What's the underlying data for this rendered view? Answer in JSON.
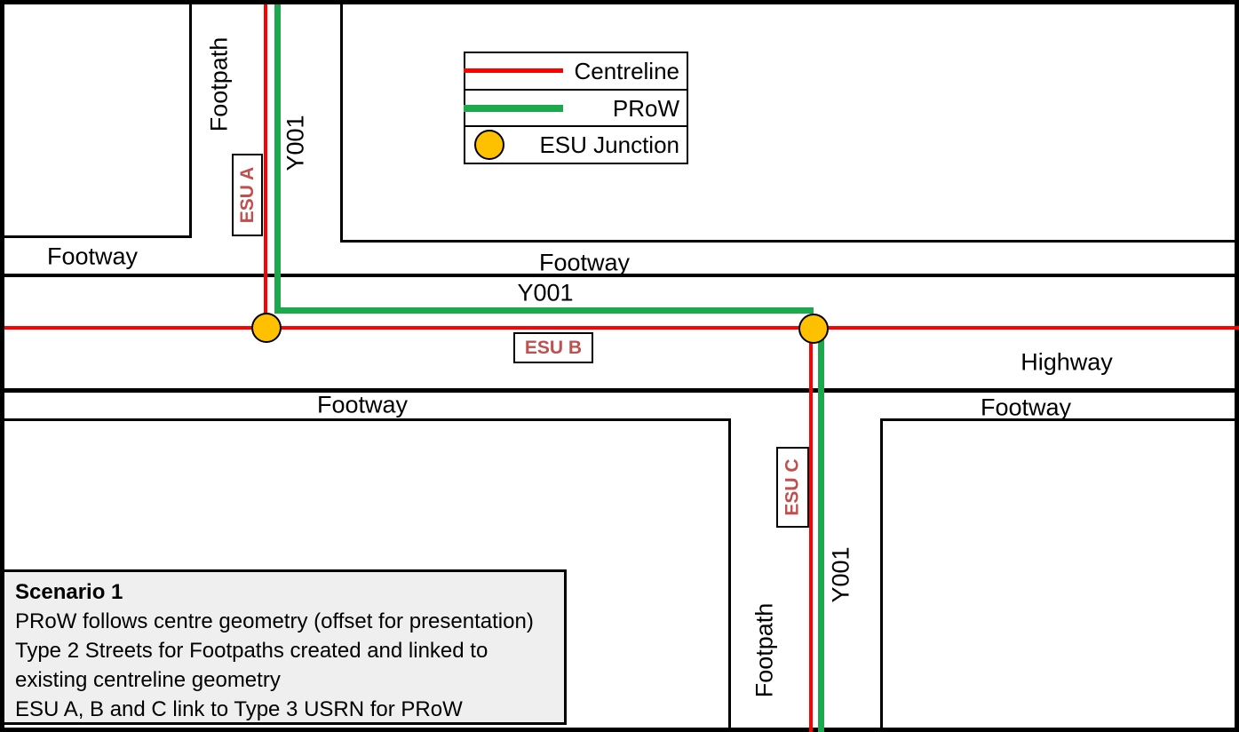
{
  "legend": {
    "items": [
      {
        "label": "Centreline",
        "type": "line",
        "color": "#FF0000"
      },
      {
        "label": "PRoW",
        "type": "line",
        "color": "#1CA84C"
      },
      {
        "label": "ESU Junction",
        "type": "circle",
        "color": "#FFC000"
      }
    ]
  },
  "streets": {
    "footpath_top": "Footpath",
    "footpath_bottom": "Footpath",
    "highway": "Highway",
    "footway_top_left": "Footway",
    "footway_top_center": "Footway",
    "footway_mid_left": "Footway",
    "footway_mid_right": "Footway"
  },
  "routes": {
    "y001_top": "Y001",
    "y001_mid": "Y001",
    "y001_bottom": "Y001"
  },
  "esu": {
    "a": "ESU A",
    "b": "ESU B",
    "c": "ESU C"
  },
  "scenario": {
    "title": "Scenario 1",
    "line1": "PRoW follows centre geometry (offset for presentation)",
    "line2": "Type 2 Streets for Footpaths created and linked to",
    "line3": "existing centreline geometry",
    "line4": "ESU A, B and C link to Type 3 USRN for PRoW"
  },
  "colors": {
    "centreline": "#FF0000",
    "prow": "#1CA84C",
    "esu_junction_fill": "#FFC000",
    "esu_label_text": "#C0504D",
    "scenario_bg": "#EFEFEF",
    "outline": "#000000"
  }
}
